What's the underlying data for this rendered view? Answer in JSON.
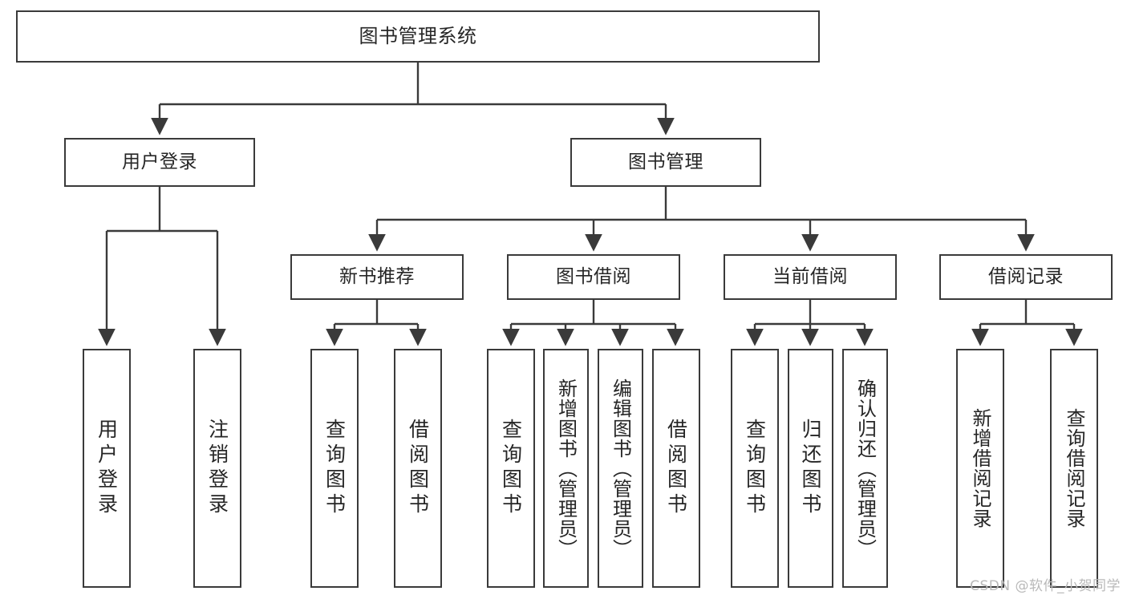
{
  "diagram": {
    "title": "图书管理系统",
    "type": "tree-hierarchy",
    "stroke_color": "#3a3a3a",
    "text_color": "#262626",
    "background_color": "#ffffff"
  },
  "nodes": {
    "root": {
      "label": "图书管理系统"
    },
    "level2": [
      {
        "id": "user-login",
        "label": "用户登录"
      },
      {
        "id": "book-manage",
        "label": "图书管理"
      }
    ],
    "level3": [
      {
        "id": "new-book-recommend",
        "label": "新书推荐"
      },
      {
        "id": "book-borrow",
        "label": "图书借阅"
      },
      {
        "id": "current-borrow",
        "label": "当前借阅"
      },
      {
        "id": "borrow-record",
        "label": "借阅记录"
      }
    ],
    "leaves": {
      "user_login": [
        {
          "id": "leaf-user-login",
          "label": "用户登录"
        },
        {
          "id": "leaf-logout-login",
          "label": "注销登录"
        }
      ],
      "new_book_recommend": [
        {
          "id": "leaf-query-book-1",
          "label": "查询图书"
        },
        {
          "id": "leaf-borrow-book-1",
          "label": "借阅图书"
        }
      ],
      "book_borrow": [
        {
          "id": "leaf-query-book-2",
          "label": "查询图书"
        },
        {
          "id": "leaf-add-book-admin",
          "label": "新增图书（管理员）"
        },
        {
          "id": "leaf-edit-book-admin",
          "label": "编辑图书（管理员）"
        },
        {
          "id": "leaf-borrow-book-2",
          "label": "借阅图书"
        }
      ],
      "current_borrow": [
        {
          "id": "leaf-query-book-3",
          "label": "查询图书"
        },
        {
          "id": "leaf-return-book",
          "label": "归还图书"
        },
        {
          "id": "leaf-confirm-return-admin",
          "label": "确认归还（管理员）"
        }
      ],
      "borrow_record": [
        {
          "id": "leaf-add-borrow-record",
          "label": "新增借阅记录"
        },
        {
          "id": "leaf-query-borrow-record",
          "label": "查询借阅记录"
        }
      ]
    }
  },
  "watermark": {
    "text": "CSDN @软件_小贺同学"
  }
}
